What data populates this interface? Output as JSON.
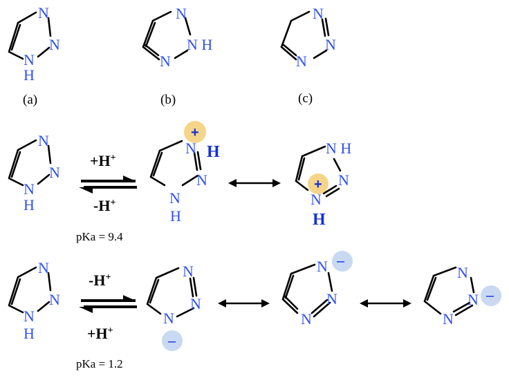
{
  "atoms": {
    "N": "N",
    "H": "H",
    "NH": "N H"
  },
  "captions": {
    "a": "(a)",
    "b": "(b)",
    "c": "(c)"
  },
  "reactions": {
    "protonation": {
      "forward": "+H",
      "reverse": "-H",
      "superscript": "+",
      "pka": "pKa = 9.4"
    },
    "deprotonation": {
      "forward": "-H",
      "reverse": "+H",
      "superscript": "+",
      "pka": "pKa = 1.2"
    }
  },
  "charges": {
    "positive": "+",
    "negative": "–"
  },
  "colors": {
    "atom": "#2f50f0",
    "positive_halo": "#f5d58a",
    "negative_halo": "#c9d9f2"
  }
}
